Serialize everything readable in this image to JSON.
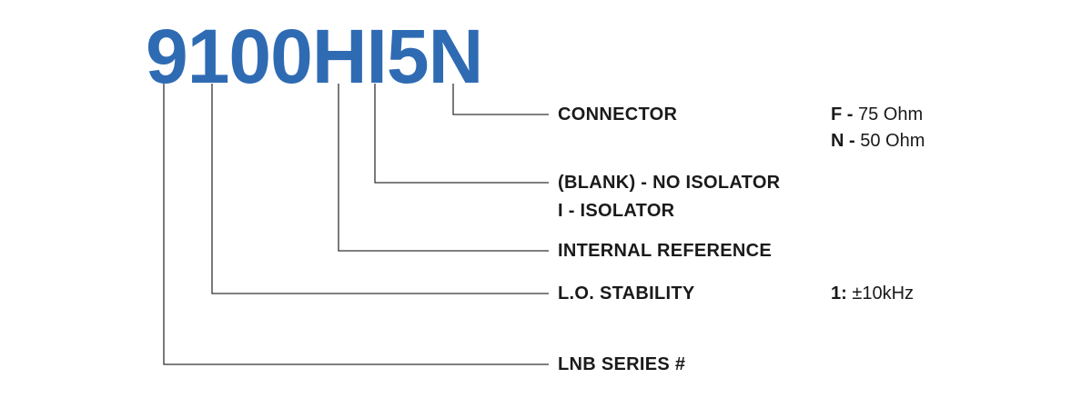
{
  "part_number": "9100HI5N",
  "fields": {
    "connector": {
      "label": "CONNECTOR",
      "options": [
        {
          "code": "F -",
          "value": "75 Ohm"
        },
        {
          "code": "N -",
          "value": "50 Ohm"
        }
      ]
    },
    "isolator": {
      "lines": [
        "(BLANK) - NO ISOLATOR",
        "I - ISOLATOR"
      ]
    },
    "internal_reference": {
      "label": "INTERNAL REFERENCE"
    },
    "lo_stability": {
      "label": "L.O. STABILITY",
      "options": [
        {
          "code": "1:",
          "value": "±10kHz"
        }
      ]
    },
    "lnb_series": {
      "label": "LNB SERIES #"
    }
  },
  "colors": {
    "part_number": "#2f6bb3",
    "text": "#1a1a1a",
    "leader_lines": "#333333"
  }
}
